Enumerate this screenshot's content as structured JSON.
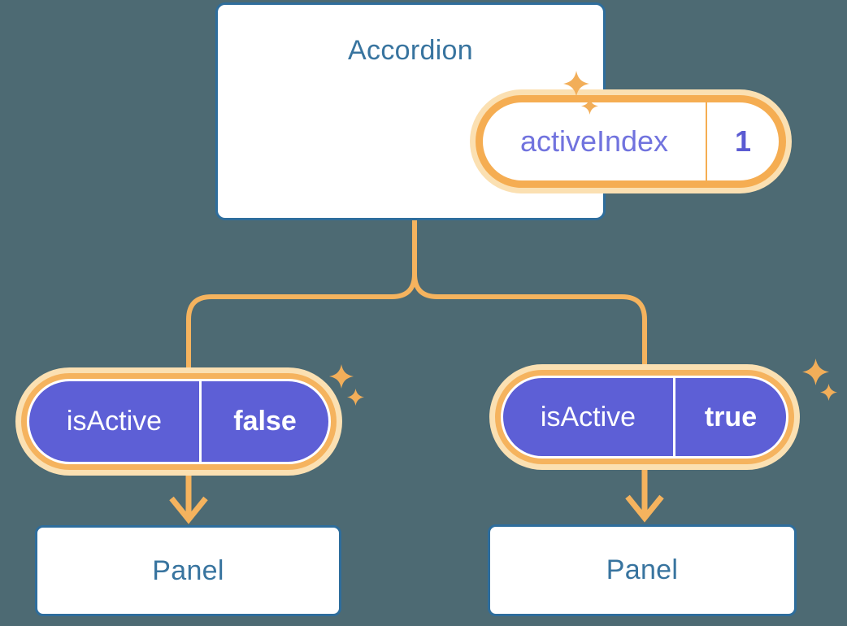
{
  "colors": {
    "background": "#4D6A73",
    "card_bg": "#FFFFFF",
    "card_border": "#2E6D9C",
    "card_text": "#38749F",
    "orange_ring": "#F5AD52",
    "orange_ring_soft": "#F5B35E",
    "orange_glow": "#FBE0B2",
    "connector": "#F5B35E",
    "sparkle": "#F2AE59",
    "pill_purple": "#5D5FD6",
    "pill_text": "#FFFFFF",
    "state_name_text": "#7173DE",
    "state_value_text": "#5B5BD2"
  },
  "icons": [
    {
      "name": "sparkle-icon",
      "glyph": "✦"
    }
  ],
  "diagram": {
    "root": {
      "title": "Accordion",
      "state": {
        "name": "activeIndex",
        "value": "1"
      }
    },
    "children": [
      {
        "prop": {
          "name": "isActive",
          "value": "false"
        },
        "child": {
          "title": "Panel"
        }
      },
      {
        "prop": {
          "name": "isActive",
          "value": "true"
        },
        "child": {
          "title": "Panel"
        }
      }
    ]
  }
}
